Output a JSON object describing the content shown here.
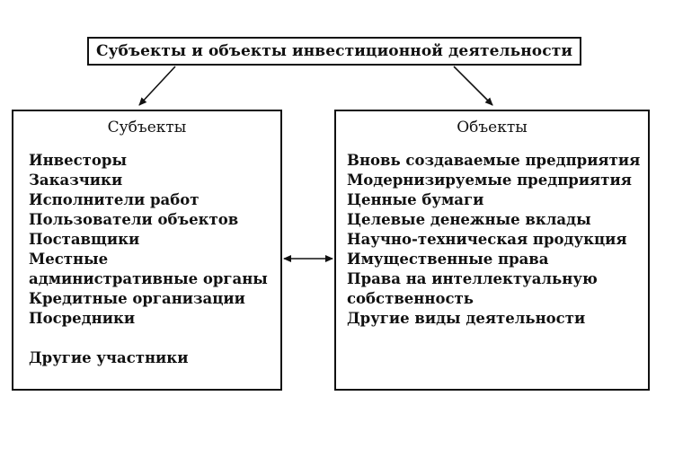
{
  "title": "Субъекты и объекты инвестиционной деятельности",
  "subjects": {
    "heading": "Субъекты",
    "items": [
      "Инвесторы",
      "Заказчики",
      "Исполнители работ",
      "Пользователи объектов",
      "Поставщики",
      "Местные",
      "административные органы",
      "Кредитные организации",
      "Посредники"
    ],
    "last_item": "Другие участники"
  },
  "objects": {
    "heading": "Объекты",
    "items": [
      "Вновь создаваемые предприятия",
      "Модернизируемые предприятия",
      "Ценные бумаги",
      "Целевые денежные вклады",
      "Научно-техническая продукция",
      "Имущественные права",
      "Права на интеллектуальную",
      "собственность",
      "Другие виды деятельности"
    ]
  },
  "colors": {
    "ink": "#111111",
    "background": "#ffffff"
  }
}
